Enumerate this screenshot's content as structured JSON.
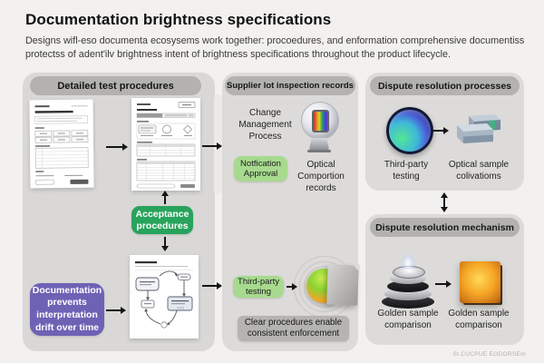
{
  "header": {
    "title": "Documentation brightness specifications",
    "subtitle": "Designs wifl-eso documenta ecosysems work together: procoedures, and enformation comprehensive documentiss protectss of adent'ilv brightness intent of brightness specifications throughout the product lifecycle."
  },
  "panels": {
    "detailed_test": {
      "title": "Detailed test procedures",
      "acceptance_badge": "Acceptance procedures",
      "drift_badge": "Documentation prevents interpretation drift over time"
    },
    "supplier_lot": {
      "title": "Supplier lot inspection records",
      "change_management": "Change Management Process",
      "notification_badge": "Notfication Approval",
      "optical_records": "Optical Comportion records",
      "third_party_badge": "Third-party testing",
      "clear_procedures": "Clear procedures enable consistent enforcement"
    },
    "dispute_processes": {
      "title": "Dispute resolution processes",
      "third_party_label": "Third-party testing",
      "optical_sample_label": "Optical sample colivatioms"
    },
    "dispute_mechanism": {
      "title": "Dispute resolution mechanism",
      "golden_left_label": "Golden sample comparison",
      "golden_right_label": "Golden sample comparison"
    }
  },
  "watermark": "St.CUCPUE EODORSEm",
  "colors": {
    "accent_green": "#28a35c",
    "light_green": "#a7da8e",
    "purple": "#6e62b5",
    "pill_gray": "#b3b2b0",
    "panel_gray": "#d9d8d6"
  },
  "icons": {
    "bulb": "optical-bulb-icon",
    "lens": "lens-icon",
    "boxes": "sample-boxes-icon",
    "target": "target-document-icon",
    "discs": "stacked-discs-icon",
    "cube": "glowing-cube-icon"
  }
}
